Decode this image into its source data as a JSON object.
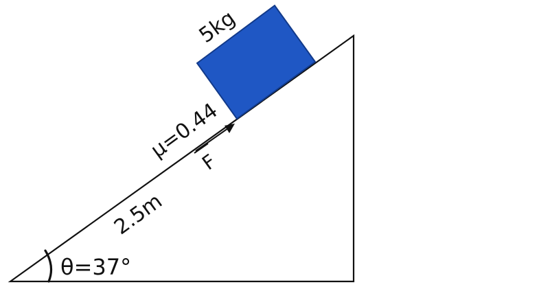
{
  "diagram": {
    "mass_label": "5kg",
    "friction_label": "μ=0.44",
    "force_label": "F",
    "length_label": "2.5m",
    "angle_label": "θ=37°",
    "colors": {
      "block": "#1f57c4",
      "block_outline": "#123a8a",
      "line": "#111111",
      "background": "#ffffff"
    }
  }
}
